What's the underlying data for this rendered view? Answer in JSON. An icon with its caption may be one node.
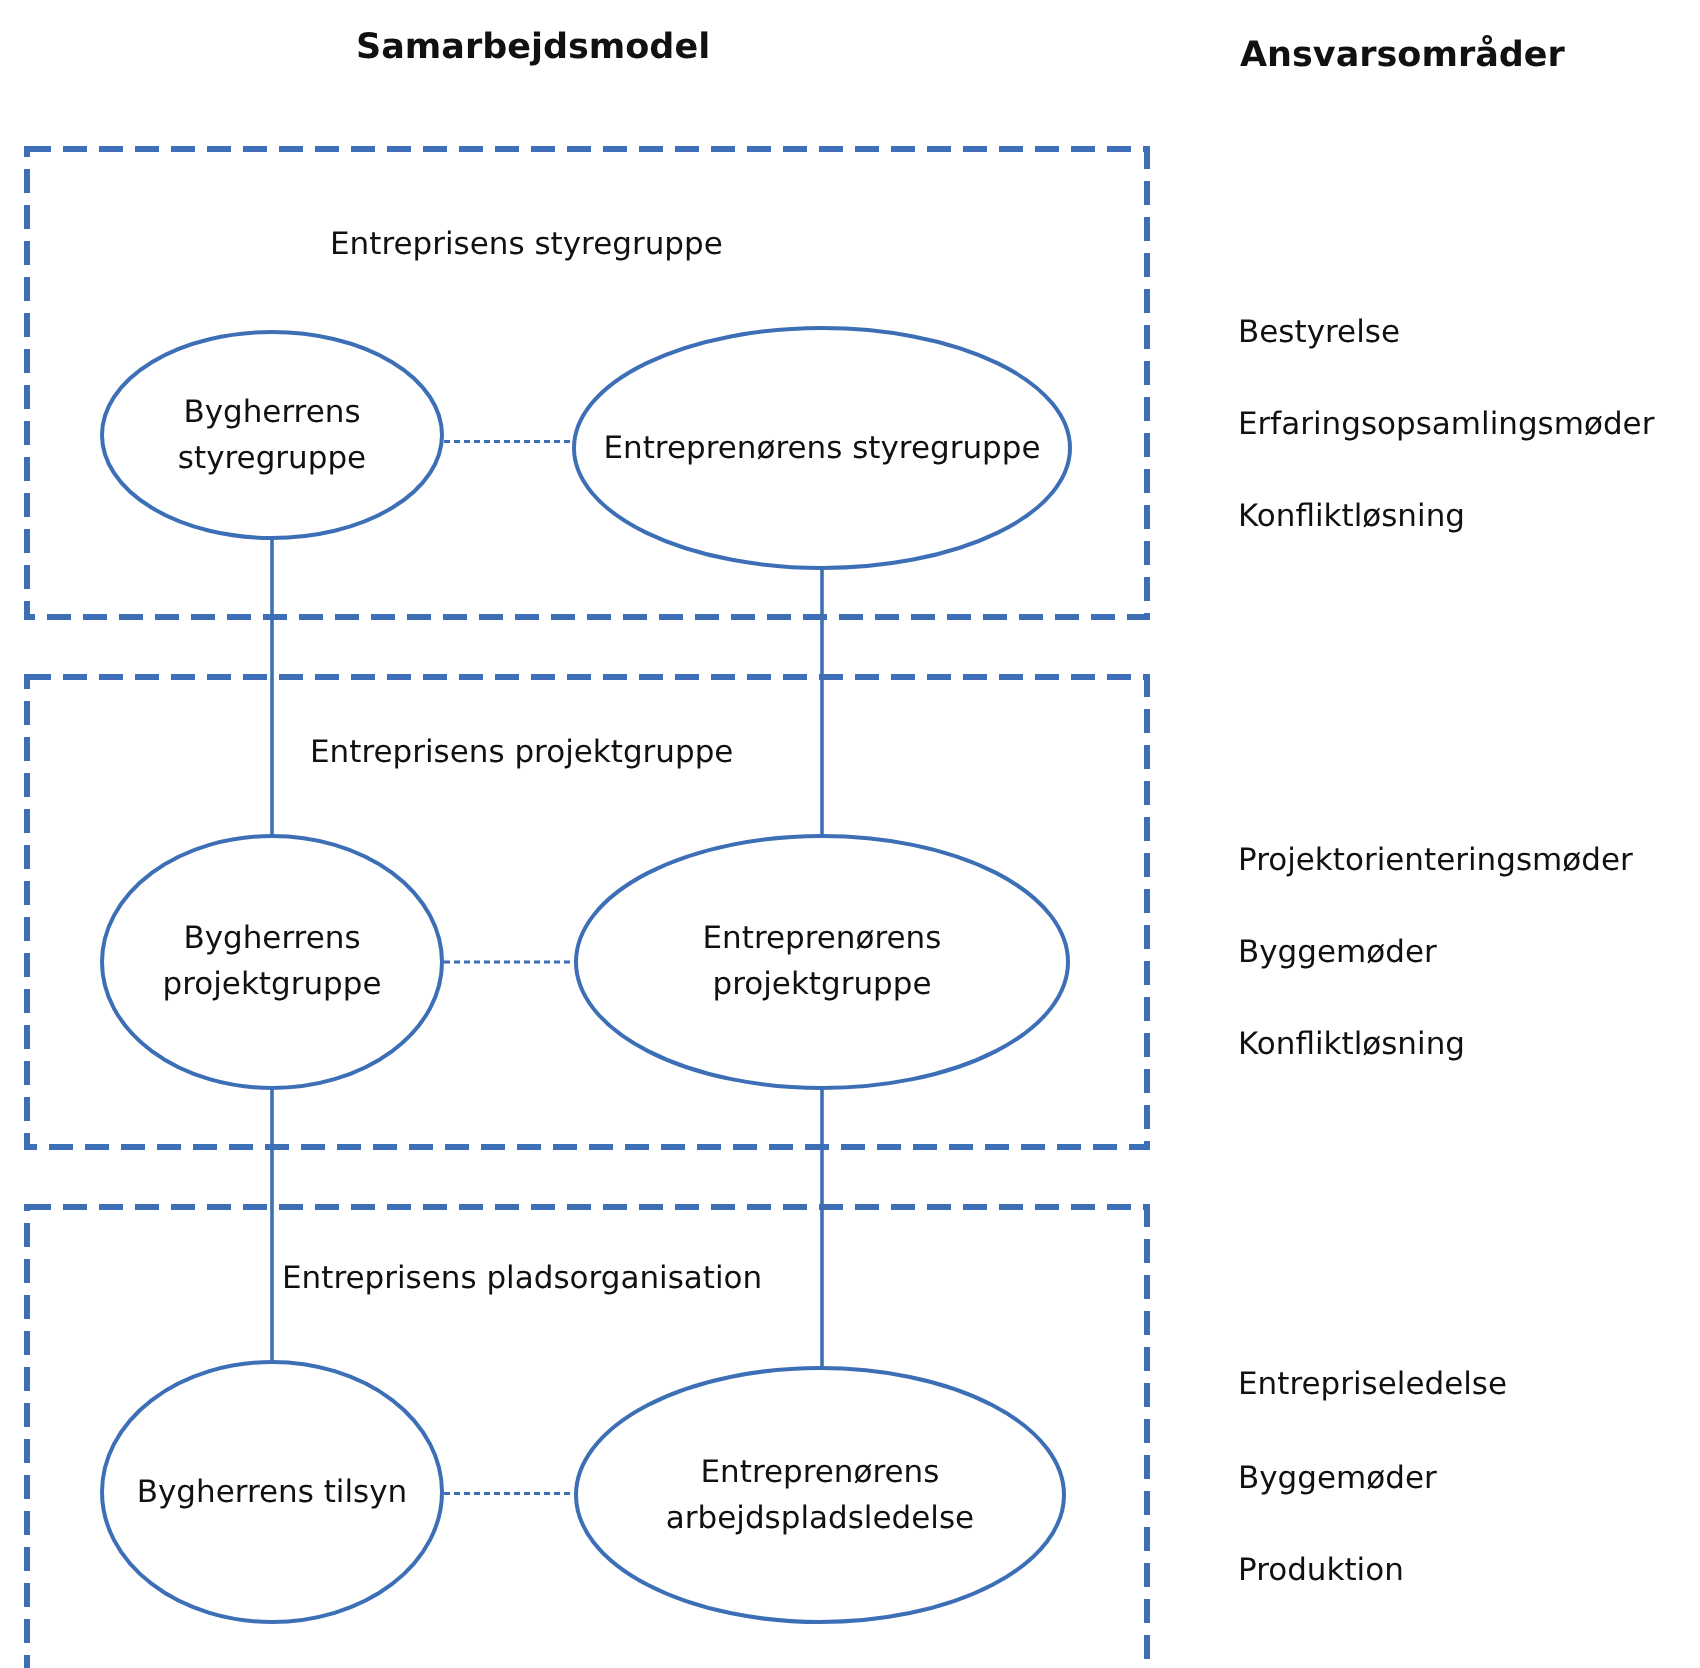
{
  "diagram": {
    "title": "Samarbejdsmodel",
    "nodes": [
      {
        "text": [
          "Entreprisens styregruppe"
        ]
      },
      {
        "text": [
          "Bygherrens styregruppe"
        ],
        "in": 0
      },
      {
        "text": [
          "Entreprenørens styregruppe"
        ],
        "in": 0
      },
      {
        "text": [
          "Entreprisens projektgruppe"
        ]
      },
      {
        "text": [
          "Bygherrens projektgruppe"
        ],
        "in": 3
      },
      {
        "text": [
          "Entreprenørens projektgruppe"
        ],
        "in": 3
      },
      {
        "text": [
          "Entreprisens pladsorganisation"
        ]
      },
      {
        "text": [
          "Bygherrens tilsyn"
        ],
        "in": 6
      },
      {
        "text": [
          "Entreprenørens arbejdspladsledelse"
        ],
        "in": 6
      }
    ],
    "edges": [
      {
        "from": 1,
        "to": 2,
        "arrow": "none",
        "style": "dashed"
      },
      {
        "from": 1,
        "to": 4,
        "arrow": "none"
      },
      {
        "from": 2,
        "to": 5,
        "arrow": "none"
      },
      {
        "from": 4,
        "to": 5,
        "arrow": "none",
        "style": "dashed"
      },
      {
        "from": 4,
        "to": 7,
        "arrow": "none"
      },
      {
        "from": 5,
        "to": 8,
        "arrow": "none"
      },
      {
        "from": 7,
        "to": 8,
        "arrow": "none",
        "style": "dashed"
      }
    ],
    "labels": [
      "Ansvarsområder",
      "Bestyrelse",
      "Erfaringsopsamlingsmøder",
      "Konfliktløsning",
      "Projektorienteringsmøder",
      "Byggemøder",
      "Konfliktløsning",
      "Entrepriseledelse",
      "Byggemøder",
      "Produktion"
    ]
  }
}
